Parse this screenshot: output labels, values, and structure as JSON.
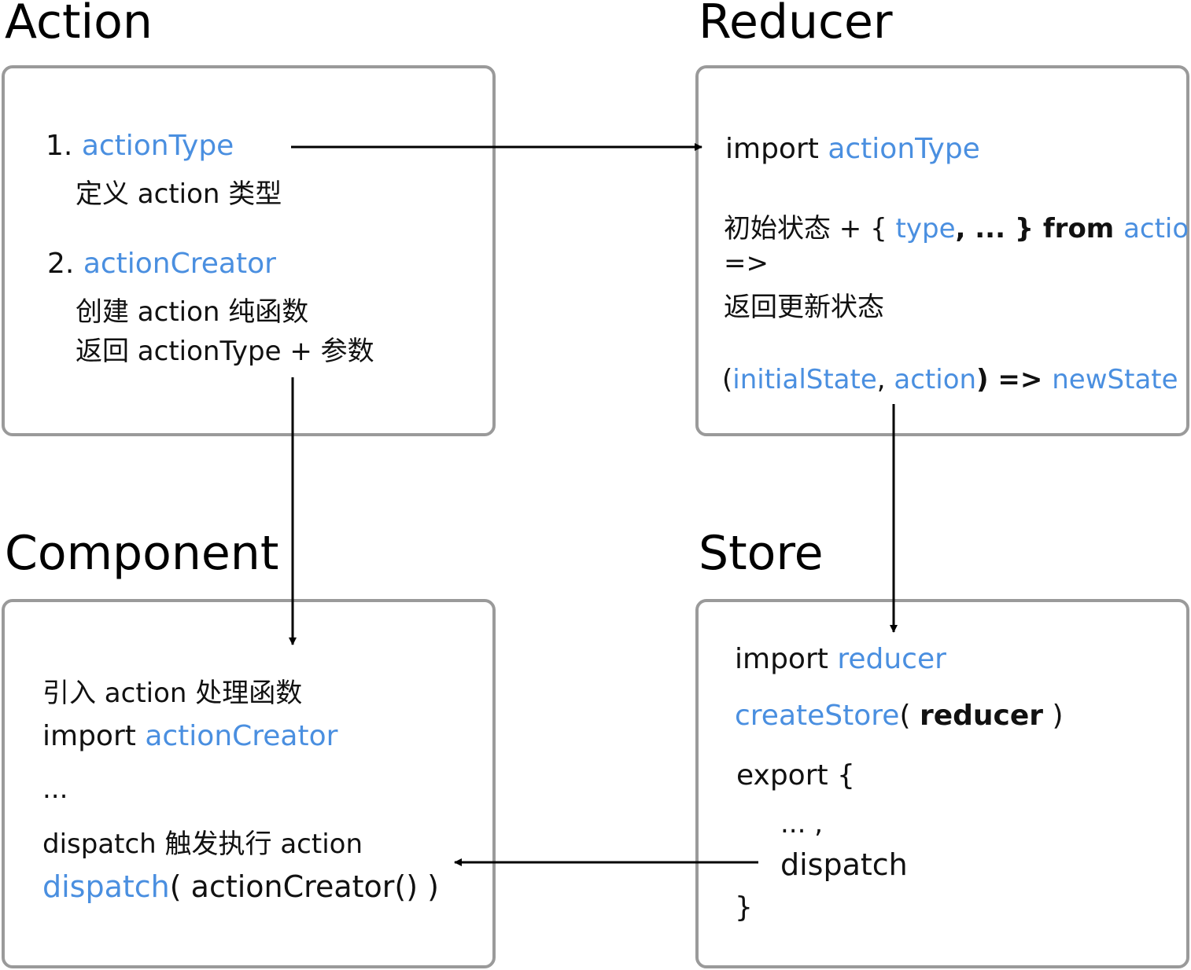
{
  "action": {
    "title": "Action",
    "item1_num": "1.",
    "item1_name": "actionType",
    "item1_desc": "定义 action 类型",
    "item2_num": "2.",
    "item2_name": "actionCreator",
    "item2_desc1": "创建 action 纯函数",
    "item2_desc2": "返回 actionType + 参数"
  },
  "reducer": {
    "title": "Reducer",
    "import_kw": "import",
    "import_name": "actionType",
    "line2_a": "初始状态 + { ",
    "line2_type": "type",
    "line2_b": ", ... } from ",
    "line2_action": "action",
    "arrow_text": "=>",
    "line4": "返回更新状态",
    "sig_open": "(",
    "sig_state": "initialState",
    "sig_comma": ", ",
    "sig_action": "action",
    "sig_close": ") => ",
    "sig_new": "newState"
  },
  "component": {
    "title": "Component",
    "line1": "引入 action 处理函数",
    "import_kw": "import",
    "import_name": "actionCreator",
    "ellipsis": "...",
    "line4": "dispatch 触发执行 action",
    "call_fn": "dispatch",
    "call_args": "( actionCreator() )"
  },
  "store": {
    "title": "Store",
    "import_kw": "import",
    "import_name": "reducer",
    "create_fn": "createStore",
    "create_open": "( ",
    "create_arg": "reducer",
    "create_close": " )",
    "export_open": "export {",
    "export_ellipsis": "... ,",
    "export_dispatch": "dispatch",
    "export_close": "}"
  },
  "colors": {
    "accent": "#4a8fe0",
    "border": "#9a9a9a",
    "text": "#111111"
  }
}
